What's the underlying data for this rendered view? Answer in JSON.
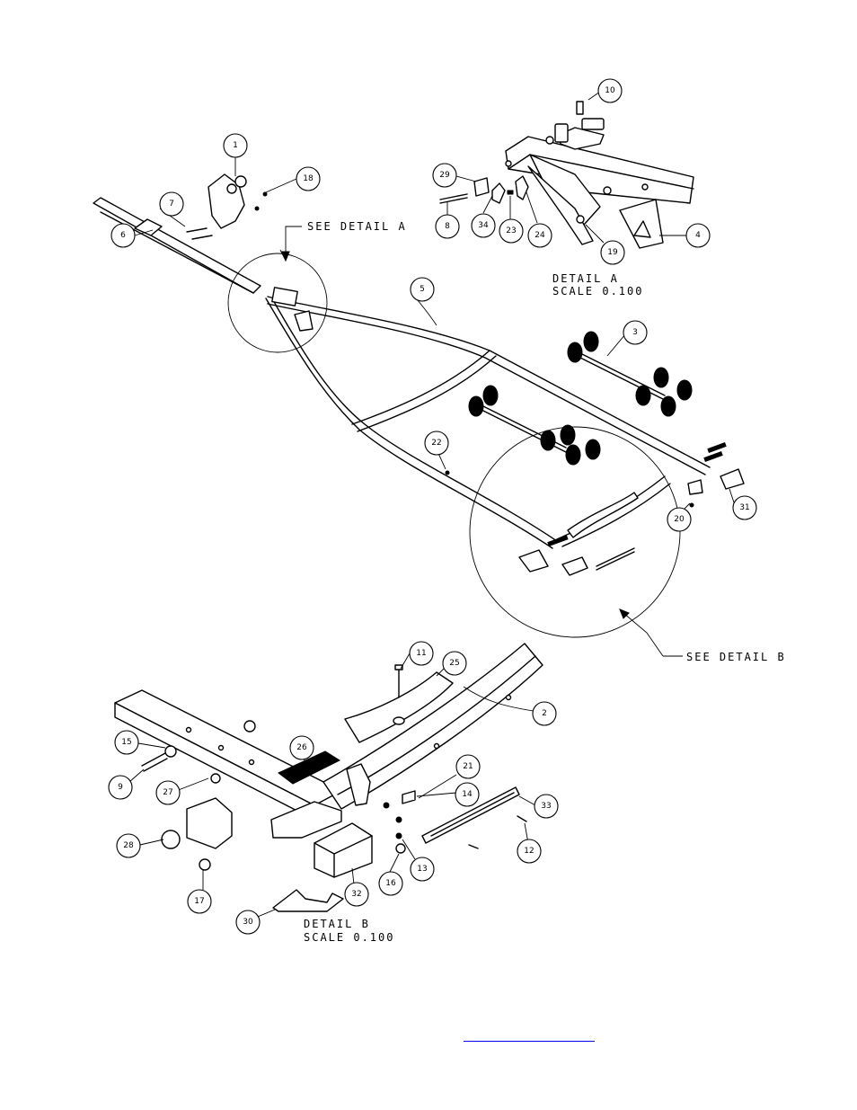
{
  "labels": {
    "see_detail_a": "SEE DETAIL  A",
    "see_detail_b": "SEE DETAIL  B",
    "detail_a_title": "DETAIL  A",
    "detail_a_scale": "SCALE  0.100",
    "detail_b_title": "DETAIL  B",
    "detail_b_scale": "SCALE  0.100"
  },
  "balloons": [
    "1",
    "2",
    "3",
    "4",
    "5",
    "6",
    "7",
    "8",
    "9",
    "10",
    "11",
    "12",
    "13",
    "14",
    "15",
    "16",
    "17",
    "18",
    "19",
    "20",
    "21",
    "22",
    "23",
    "24",
    "25",
    "26",
    "27",
    "28",
    "29",
    "30",
    "31",
    "32",
    "33",
    "34"
  ],
  "colors": {
    "line": "#000000",
    "background": "#ffffff",
    "link": "#0000ee"
  }
}
